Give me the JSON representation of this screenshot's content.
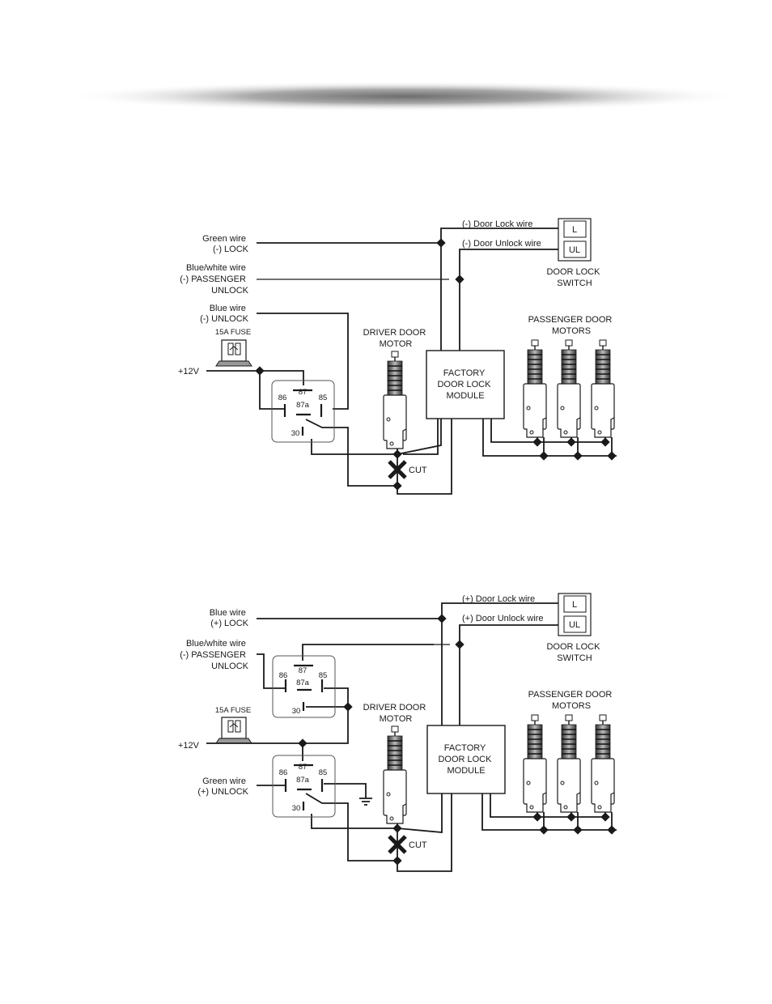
{
  "diagram1": {
    "green_wire": [
      "Green wire",
      "(-) LOCK"
    ],
    "blue_white_wire": [
      "Blue/white wire",
      "(-) PASSENGER",
      "UNLOCK"
    ],
    "blue_wire": [
      "Blue wire",
      "(-) UNLOCK"
    ],
    "fuse": "15A FUSE",
    "power": "+12V",
    "relay_pins": {
      "p87": "87",
      "p86": "86",
      "p85": "85",
      "p87a": "87a",
      "p30": "30"
    },
    "door_lock_wire": "(-) Door Lock wire",
    "door_unlock_wire": "(-) Door Unlock wire",
    "switch_l": "L",
    "switch_ul": "UL",
    "switch_label": [
      "DOOR LOCK",
      "SWITCH"
    ],
    "driver_motor": [
      "DRIVER DOOR",
      "MOTOR"
    ],
    "module": [
      "FACTORY",
      "DOOR LOCK",
      "MODULE"
    ],
    "passenger_motors": [
      "PASSENGER DOOR",
      "MOTORS"
    ],
    "cut": "CUT"
  },
  "diagram2": {
    "blue_wire": [
      "Blue wire",
      "(+) LOCK"
    ],
    "blue_white_wire": [
      "Blue/white wire",
      "(-) PASSENGER",
      "UNLOCK"
    ],
    "fuse": "15A FUSE",
    "power": "+12V",
    "green_wire": [
      "Green wire",
      "(+) UNLOCK"
    ],
    "relay1_pins": {
      "p87": "87",
      "p86": "86",
      "p85": "85",
      "p87a": "87a",
      "p30": "30"
    },
    "relay2_pins": {
      "p87": "87",
      "p86": "86",
      "p85": "85",
      "p87a": "87a",
      "p30": "30"
    },
    "door_lock_wire": "(+) Door Lock wire",
    "door_unlock_wire": "(+) Door Unlock wire",
    "switch_l": "L",
    "switch_ul": "UL",
    "switch_label": [
      "DOOR LOCK",
      "SWITCH"
    ],
    "driver_motor": [
      "DRIVER DOOR",
      "MOTOR"
    ],
    "module": [
      "FACTORY",
      "DOOR LOCK",
      "MODULE"
    ],
    "passenger_motors": [
      "PASSENGER DOOR",
      "MOTORS"
    ],
    "cut": "CUT"
  }
}
